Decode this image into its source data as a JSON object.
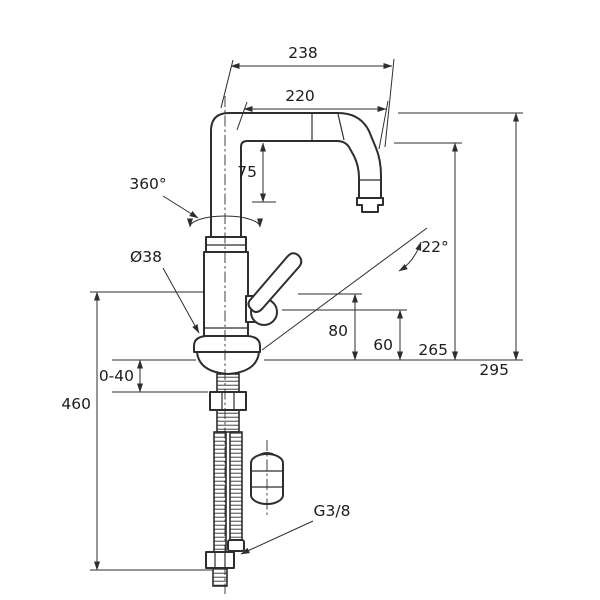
{
  "drawing": {
    "labels": {
      "top_width": "238",
      "spout_projection": "220",
      "spout_drop": "75",
      "swivel_range": "360°",
      "body_diameter": "Ø38",
      "spray_angle": "22°",
      "height_80": "80",
      "height_60": "60",
      "underside_height": "265",
      "overall_height": "295",
      "deck_thickness": "0-40",
      "below_deck_length": "460",
      "connection_thread": "G3/8"
    },
    "colors": {
      "outline": "#2e2e2e",
      "dimension": "#2e2e2e",
      "background": "#ffffff"
    }
  }
}
